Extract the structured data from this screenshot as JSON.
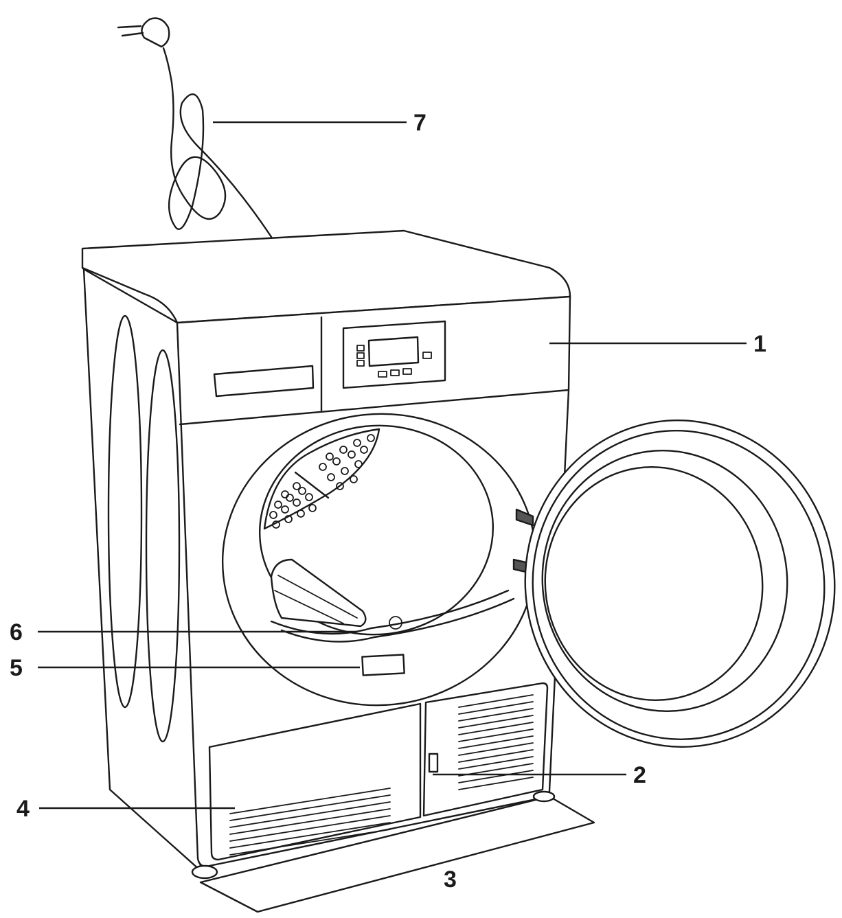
{
  "diagram": {
    "callouts": [
      {
        "id": "1",
        "label": "1"
      },
      {
        "id": "2",
        "label": "2"
      },
      {
        "id": "3",
        "label": "3"
      },
      {
        "id": "4",
        "label": "4"
      },
      {
        "id": "5",
        "label": "5"
      },
      {
        "id": "6",
        "label": "6"
      },
      {
        "id": "7",
        "label": "7"
      }
    ],
    "colors": {
      "ink": "#1a1a1a",
      "background": "#ffffff"
    }
  }
}
